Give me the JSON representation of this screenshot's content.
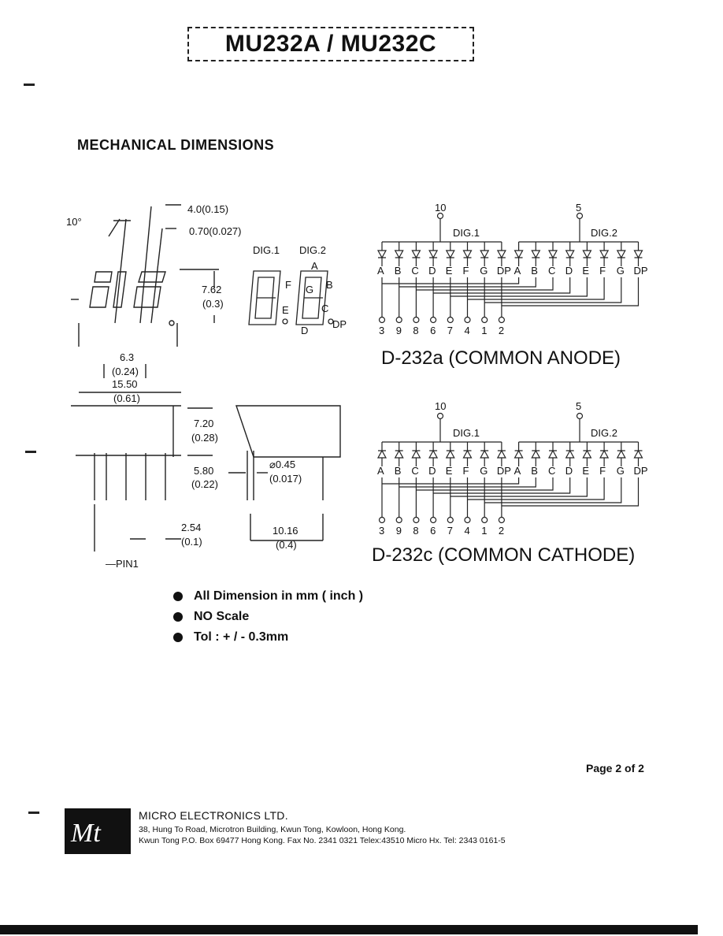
{
  "header": {
    "title": "MU232A  /  MU232C"
  },
  "section_title": "MECHANICAL  DIMENSIONS",
  "mech": {
    "angle": "10°",
    "dim_top1": "4.0(0.15)",
    "dim_top2": "0.70(0.027)",
    "dig1": "DIG.1",
    "dig2": "DIG.2",
    "dim_h1": "7.62",
    "dim_h1_in": "(0.3)",
    "dim_w1": "6.3",
    "dim_w1_in": "(0.24)",
    "dim_w2": "15.50",
    "dim_w2_in": "(0.61)",
    "dim_h2": "7.20",
    "dim_h2_in": "(0.28)",
    "dim_h3": "5.80",
    "dim_h3_in": "(0.22)",
    "dim_pin": "⌀0.45",
    "dim_pin_in": "(0.017)",
    "dim_pitch": "2.54",
    "dim_pitch_in": "(0.1)",
    "dim_row": "10.16",
    "dim_row_in": "(0.4)",
    "pin1": "—PIN1",
    "seg_labels": [
      "A",
      "B",
      "C",
      "D",
      "E",
      "F",
      "G",
      "DP"
    ]
  },
  "circuit_anode": {
    "common_pin_left": "10",
    "common_pin_right": "5",
    "dig1": "DIG.1",
    "dig2": "DIG.2",
    "segments": [
      "A",
      "B",
      "C",
      "D",
      "E",
      "F",
      "G",
      "DP",
      "A",
      "B",
      "C",
      "D",
      "E",
      "F",
      "G",
      "DP"
    ],
    "pins": [
      "3",
      "9",
      "8",
      "6",
      "7",
      "4",
      "1",
      "2"
    ],
    "caption": "D-232a (COMMON ANODE)"
  },
  "circuit_cathode": {
    "common_pin_left": "10",
    "common_pin_right": "5",
    "dig1": "DIG.1",
    "dig2": "DIG.2",
    "segments": [
      "A",
      "B",
      "C",
      "D",
      "E",
      "F",
      "G",
      "DP",
      "A",
      "B",
      "C",
      "D",
      "E",
      "F",
      "G",
      "DP"
    ],
    "pins": [
      "3",
      "9",
      "8",
      "6",
      "7",
      "4",
      "1",
      "2"
    ],
    "caption": "D-232c (COMMON CATHODE)"
  },
  "notes": [
    "All Dimension in mm ( inch )",
    "NO Scale",
    "Tol :   + / - 0.3mm"
  ],
  "page": "Page  2  of  2",
  "footer": {
    "logo_text": "Mt",
    "company": "MICRO ELECTRONICS LTD.",
    "address1": "38, Hung To Road, Microtron Building, Kwun Tong, Kowloon, Hong Kong.",
    "address2": "Kwun Tong P.O. Box 69477 Hong Kong.  Fax No. 2341 0321    Telex:43510 Micro Hx.    Tel: 2343 0161-5"
  }
}
